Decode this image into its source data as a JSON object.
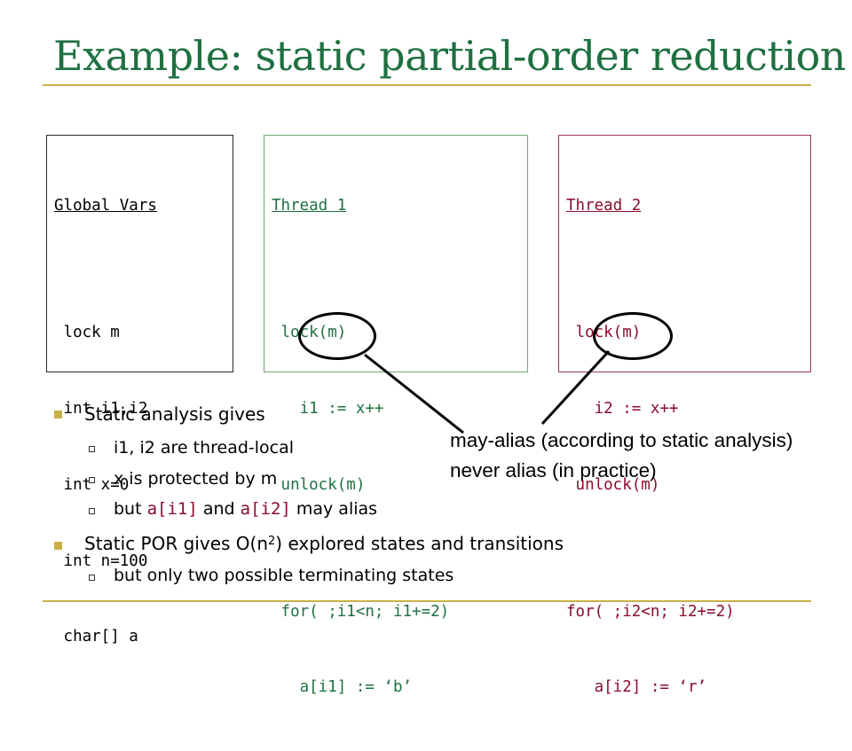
{
  "title": "Example: static partial-order reduction",
  "global_box": {
    "heading": "Global Vars",
    "lines": [
      "",
      " lock m",
      " int i1,i2",
      " int x=0",
      " int n=100",
      " char[] a"
    ]
  },
  "thread1_box": {
    "heading": "Thread 1",
    "lines": [
      "",
      " lock(m)",
      "   i1 := x++",
      " unlock(m)",
      "",
      " for( ;i1<n; i1+=2)",
      "   a[i1] := ‘b’"
    ]
  },
  "thread2_box": {
    "heading": "Thread 2",
    "lines": [
      "",
      " lock(m)",
      "   i2 := x++",
      " unlock(m)",
      "",
      "for( ;i2<n; i2+=2)",
      "   a[i2] := ‘r’"
    ]
  },
  "annotation": {
    "line1": "may-alias (according to static analysis)",
    "line2": "never alias (in practice)"
  },
  "bullets": {
    "static_analysis": "Static analysis gives",
    "sub_thread_local": "i1, i2 are thread-local",
    "sub_protected": "x is protected by m",
    "sub_alias_but": "but ",
    "sub_alias_a1": "a[i1]",
    "sub_alias_and": " and ",
    "sub_alias_a2": "a[i2]",
    "sub_alias_tail": " may alias",
    "static_por_pre": "Static POR gives O(n",
    "static_por_exp": "2",
    "static_por_post": ") explored states and transitions",
    "sub_terminating": "but only two possible terminating states"
  },
  "colors": {
    "title": "#1f7041",
    "rule": "#c8b046",
    "thread1": "#1f7041",
    "thread2": "#8a0c2c"
  }
}
